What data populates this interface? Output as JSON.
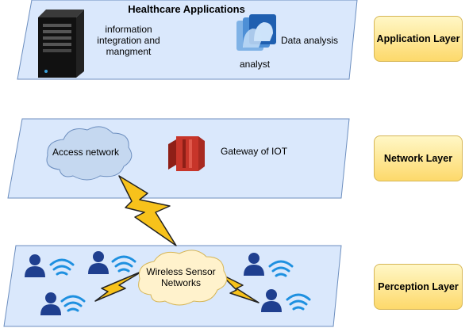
{
  "application": {
    "title": "Healthcare Applications",
    "info_label": "information\nintegration and\nmangment",
    "analysis_label": "Data analysis",
    "analyst_label": "analyst"
  },
  "network": {
    "access_label": "Access network",
    "gateway_label": "Gateway of IOT"
  },
  "perception": {
    "wsn_label": "Wireless Sensor\nNetworks"
  },
  "layers": [
    {
      "label": "Application Layer"
    },
    {
      "label": "Network Layer"
    },
    {
      "label": "Perception Layer"
    }
  ],
  "colors": {
    "panel_fill": "#dae8fc",
    "panel_stroke": "#6c8ebf",
    "cloud_fill": "#c5d8f0",
    "wsn_cloud_fill": "#fff2cc",
    "bolt_fill": "#f7c21b",
    "user_color": "#1f3f8f",
    "wifi_color": "#1e90e0",
    "gateway_color": "#c7352a"
  }
}
